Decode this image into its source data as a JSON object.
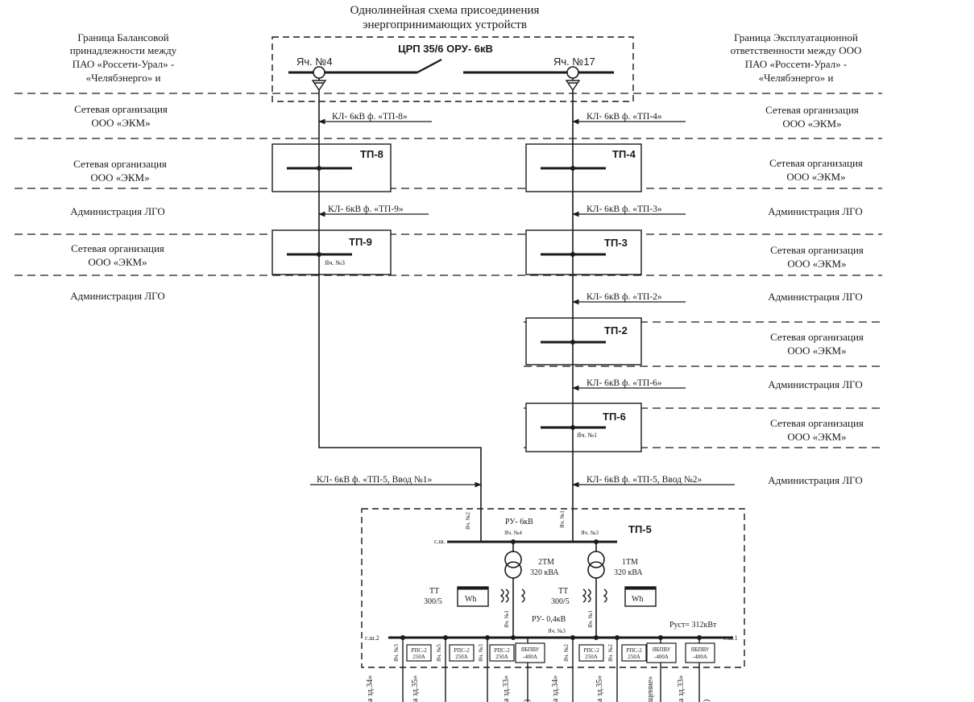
{
  "title": {
    "line1": "Однолинейная схема присоединения",
    "line2": "энергопринимающих устройств"
  },
  "boundary_left": [
    "Граница Балансовой",
    "принадлежности между",
    "ПАО «Россети-Урал» -",
    "«Челябэнерго» и"
  ],
  "boundary_right": [
    "Граница Эксплуатационной",
    "ответственности между ООО",
    "ПАО «Россети-Урал» -",
    "«Челябэнерго» и"
  ],
  "crp": {
    "label": "ЦРП 35/6  ОРУ- 6кВ",
    "cell_left": "Яч. №4",
    "cell_right": "Яч. №17"
  },
  "zones_left": {
    "z1": [
      "Сетевая организация",
      "ООО «ЭКМ»"
    ],
    "z2": [
      "Сетевая организация",
      "ООО «ЭКМ»"
    ],
    "z3": "Администрация ЛГО",
    "z4": [
      "Сетевая организация",
      "ООО «ЭКМ»"
    ],
    "z5": "Администрация ЛГО"
  },
  "zones_right": {
    "z1": [
      "Сетевая организация",
      "ООО «ЭКМ»"
    ],
    "z2": [
      "Сетевая организация",
      "ООО «ЭКМ»"
    ],
    "z3": "Администрация ЛГО",
    "z4": [
      "Сетевая организация",
      "ООО «ЭКМ»"
    ],
    "z5": "Администрация ЛГО",
    "z6": [
      "Сетевая организация",
      "ООО «ЭКМ»"
    ],
    "z7": "Администрация ЛГО",
    "z8": [
      "Сетевая организация",
      "ООО «ЭКМ»"
    ],
    "z9": "Администрация ЛГО"
  },
  "cables": {
    "tp8": "КЛ- 6кВ ф. «ТП-8»",
    "tp4": "КЛ- 6кВ ф. «ТП-4»",
    "tp9": "КЛ- 6кВ ф. «ТП-9»",
    "tp3": "КЛ- 6кВ ф. «ТП-3»",
    "tp2": "КЛ- 6кВ ф. «ТП-2»",
    "tp6": "КЛ- 6кВ ф. «ТП-6»",
    "in1": "КЛ- 6кВ ф. «ТП-5, Ввод №1»",
    "in2": "КЛ- 6кВ ф. «ТП-5, Ввод №2»"
  },
  "substations": {
    "tp8": "ТП-8",
    "tp4": "ТП-4",
    "tp9": "ТП-9",
    "tp3": "ТП-3",
    "tp2": "ТП-2",
    "tp6": "ТП-6",
    "tp5": "ТП-5",
    "tp9_cell": "Яч. №3",
    "tp6_cell": "Яч. №1"
  },
  "tp5": {
    "ru6": "РУ- 6кВ",
    "cell4": "Яч. №4",
    "cell3": "Яч. №3",
    "cell2v": "Яч. №2",
    "cell1v": "Яч. №1",
    "bus": "с.ш.",
    "t2": [
      "2ТМ",
      "320 кВА"
    ],
    "t1": [
      "1ТМ",
      "320 кВА"
    ],
    "tt_left": [
      "ТТ",
      "300/5"
    ],
    "tt_right": [
      "ТТ",
      "300/5"
    ],
    "meter": "Wh",
    "ru04": "РУ- 0,4кВ",
    "pust": "Руст= 312кВт",
    "bus2": "с.ш.2",
    "bus1": "с.ш.1",
    "low_cell3": "Яч. №3",
    "v1": "Яч. №1",
    "v2": "Яч. №1",
    "cells_v": [
      "Яч. №3",
      "Яч. №5",
      "Яч. №3",
      "Яч. №2",
      "Яч. №2"
    ],
    "feeders": [
      {
        "a": "РПС-2",
        "b": "250А"
      },
      {
        "a": "РПС-2",
        "b": "250А"
      },
      {
        "a": "РПС-2",
        "b": "250А"
      },
      {
        "a": "ЯБПВУ",
        "b": "-400А"
      },
      {
        "a": "РПС-2",
        "b": "250А"
      },
      {
        "a": "РПС-2",
        "b": "250А"
      },
      {
        "a": "ЯБПВУ",
        "b": "-400А"
      },
      {
        "a": "ЯБПВУ",
        "b": "-400А"
      }
    ],
    "bottom": [
      "а зд.34»",
      "а зд.35»",
      "а зд.33»",
      ")",
      "а зд.34»",
      "а зд.35»",
      "щение»",
      "а зд.33»",
      ")"
    ]
  }
}
